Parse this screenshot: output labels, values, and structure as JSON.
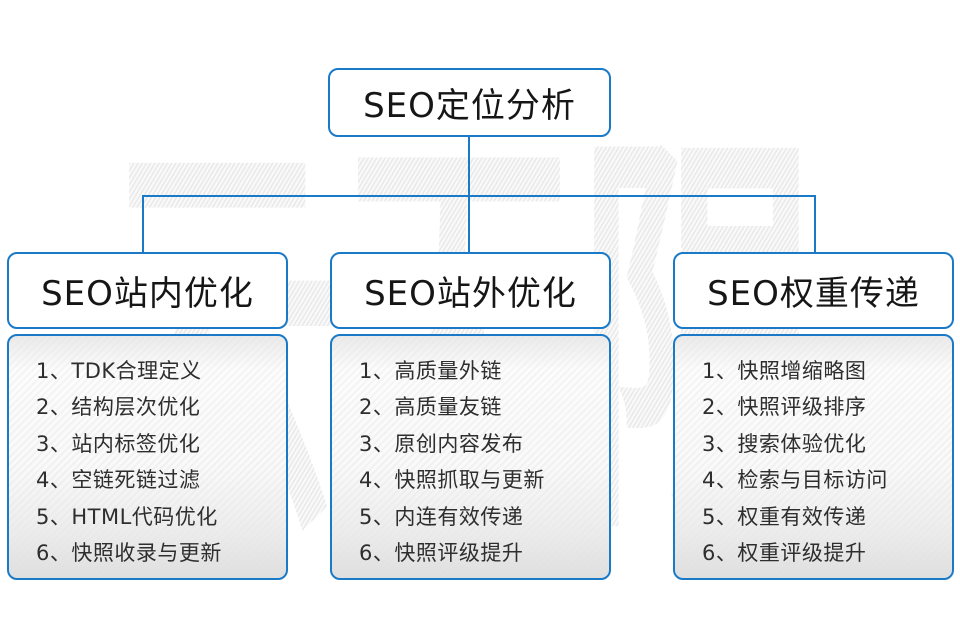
{
  "watermark_text": "云无限",
  "colors": {
    "line_blue": "#1b7ac8",
    "panel_gray": "#e5e5e5"
  },
  "root": {
    "label": "SEO定位分析"
  },
  "branches": [
    {
      "label": "SEO站内优化",
      "items": [
        "1、TDK合理定义",
        "2、结构层次优化",
        "3、站内标签优化",
        "4、空链死链过滤",
        "5、HTML代码优化",
        "6、快照收录与更新"
      ]
    },
    {
      "label": "SEO站外优化",
      "items": [
        "1、高质量外链",
        "2、高质量友链",
        "3、原创内容发布",
        "4、快照抓取与更新",
        "5、内连有效传递",
        "6、快照评级提升"
      ]
    },
    {
      "label": "SEO权重传递",
      "items": [
        "1、快照增缩略图",
        "2、快照评级排序",
        "3、搜索体验优化",
        "4、检索与目标访问",
        "5、权重有效传递",
        "6、权重评级提升"
      ]
    }
  ]
}
